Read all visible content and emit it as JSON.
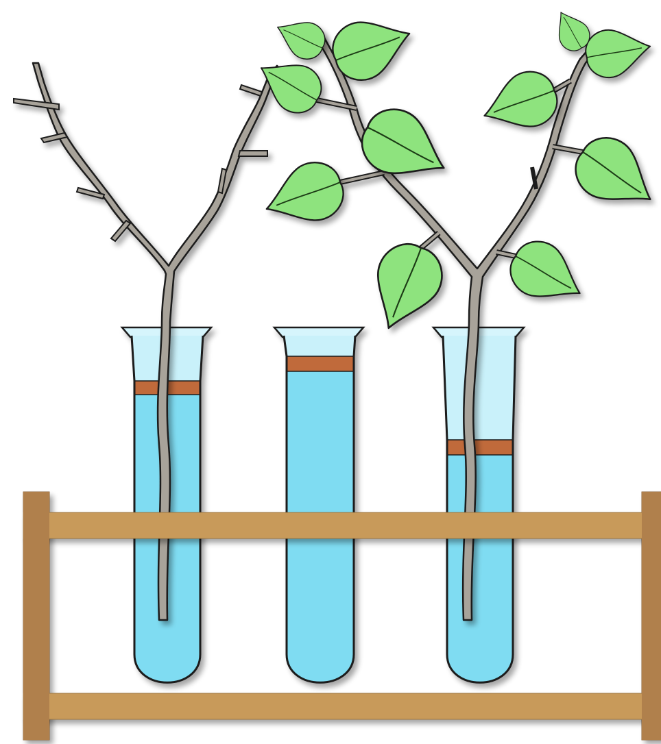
{
  "diagram": {
    "tubes": [
      {
        "id": "tube-1",
        "has_plant": true,
        "plant": "leafless-twig",
        "water_level": "high",
        "oil_layer": true
      },
      {
        "id": "tube-2",
        "has_plant": false,
        "plant": "none",
        "water_level": "high",
        "oil_layer": true
      },
      {
        "id": "tube-3",
        "has_plant": true,
        "plant": "leafy-twig",
        "water_level": "low",
        "oil_layer": true
      }
    ],
    "rack": {
      "crossbars": 2,
      "posts": 2
    }
  },
  "colors": {
    "water": "#7fdcf2",
    "water_dark": "#5cc7e6",
    "glass_top": "#c9f1fa",
    "oil": "#c06a3b",
    "stem": "#a8a39a",
    "leaf": "#8ee37e",
    "leaf_vein": "#1a3a12",
    "rack": "#c89a5a",
    "rack_post": "#b0804c",
    "outline": "#1a1a1a"
  },
  "icons": [
    "test-tube",
    "twig",
    "leaf",
    "oil-layer",
    "tube-rack"
  ]
}
